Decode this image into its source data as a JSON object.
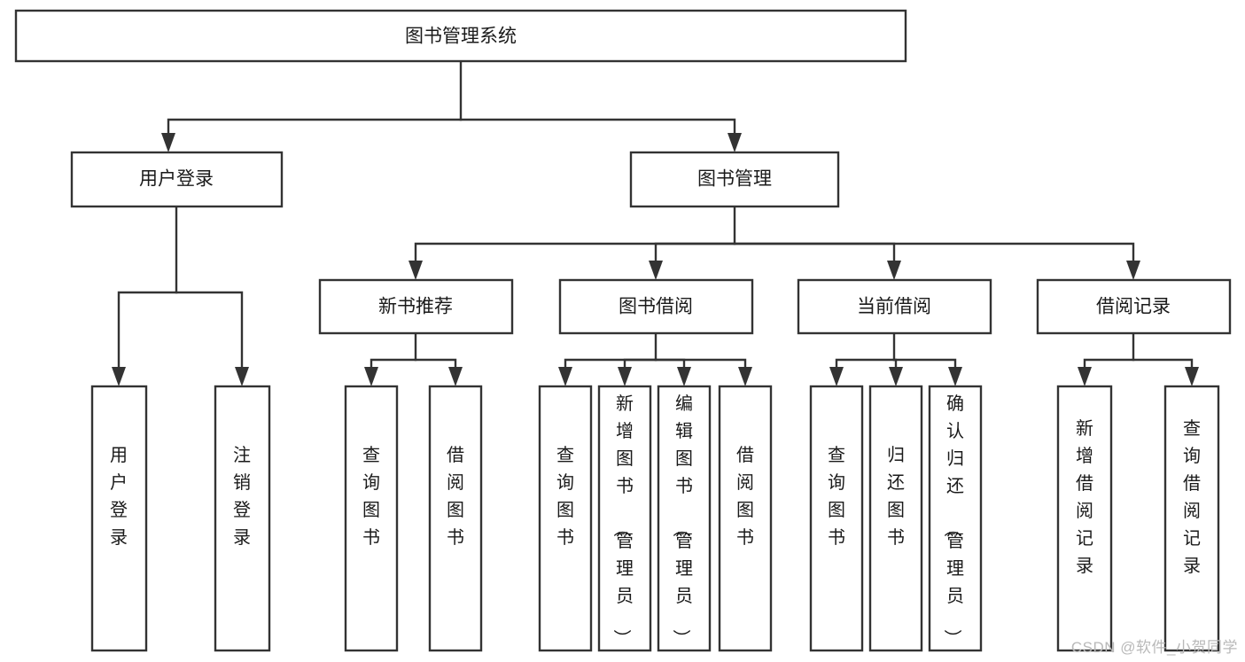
{
  "diagram": {
    "type": "tree-hierarchy-chart",
    "title": "图书管理系统",
    "orientation": "top-down",
    "colors": {
      "node_fill": "#ffffff",
      "node_stroke": "#333333",
      "text": "#1a1a1a",
      "watermark": "#b9b9b9",
      "background": "#ffffff"
    },
    "levels": [
      {
        "level": 1,
        "nodes": [
          {
            "id": "root",
            "label": "图书管理系统",
            "orientation": "horizontal"
          }
        ]
      },
      {
        "level": 2,
        "nodes": [
          {
            "id": "login",
            "label": "用户登录",
            "orientation": "horizontal",
            "parent": "root"
          },
          {
            "id": "bookmgmt",
            "label": "图书管理",
            "orientation": "horizontal",
            "parent": "root"
          }
        ]
      },
      {
        "level": 3,
        "nodes": [
          {
            "id": "newbook",
            "label": "新书推荐",
            "orientation": "horizontal",
            "parent": "bookmgmt"
          },
          {
            "id": "borrow",
            "label": "图书借阅",
            "orientation": "horizontal",
            "parent": "bookmgmt"
          },
          {
            "id": "current",
            "label": "当前借阅",
            "orientation": "horizontal",
            "parent": "bookmgmt"
          },
          {
            "id": "records",
            "label": "借阅记录",
            "orientation": "horizontal",
            "parent": "bookmgmt"
          }
        ]
      },
      {
        "level": 4,
        "nodes": [
          {
            "id": "leaf1",
            "label": "用户登录",
            "orientation": "vertical",
            "parent": "login"
          },
          {
            "id": "leaf2",
            "label": "注销登录",
            "orientation": "vertical",
            "parent": "login"
          },
          {
            "id": "leaf3",
            "label": "查询图书",
            "orientation": "vertical",
            "parent": "newbook"
          },
          {
            "id": "leaf4",
            "label": "借阅图书",
            "orientation": "vertical",
            "parent": "newbook"
          },
          {
            "id": "leaf5",
            "label": "查询图书",
            "orientation": "vertical",
            "parent": "borrow"
          },
          {
            "id": "leaf6",
            "label": "新增图书（管理员）",
            "orientation": "vertical",
            "parent": "borrow"
          },
          {
            "id": "leaf7",
            "label": "编辑图书（管理员）",
            "orientation": "vertical",
            "parent": "borrow"
          },
          {
            "id": "leaf8",
            "label": "借阅图书",
            "orientation": "vertical",
            "parent": "borrow"
          },
          {
            "id": "leaf9",
            "label": "查询图书",
            "orientation": "vertical",
            "parent": "current"
          },
          {
            "id": "leaf10",
            "label": "归还图书",
            "orientation": "vertical",
            "parent": "current"
          },
          {
            "id": "leaf11",
            "label": "确认归还（管理员）",
            "orientation": "vertical",
            "parent": "current"
          },
          {
            "id": "leaf12",
            "label": "新增借阅记录",
            "orientation": "vertical",
            "parent": "records"
          },
          {
            "id": "leaf13",
            "label": "查询借阅记录",
            "orientation": "vertical",
            "parent": "records"
          }
        ]
      }
    ]
  },
  "watermark": {
    "text": "CSDN @软件_小贺同学"
  }
}
